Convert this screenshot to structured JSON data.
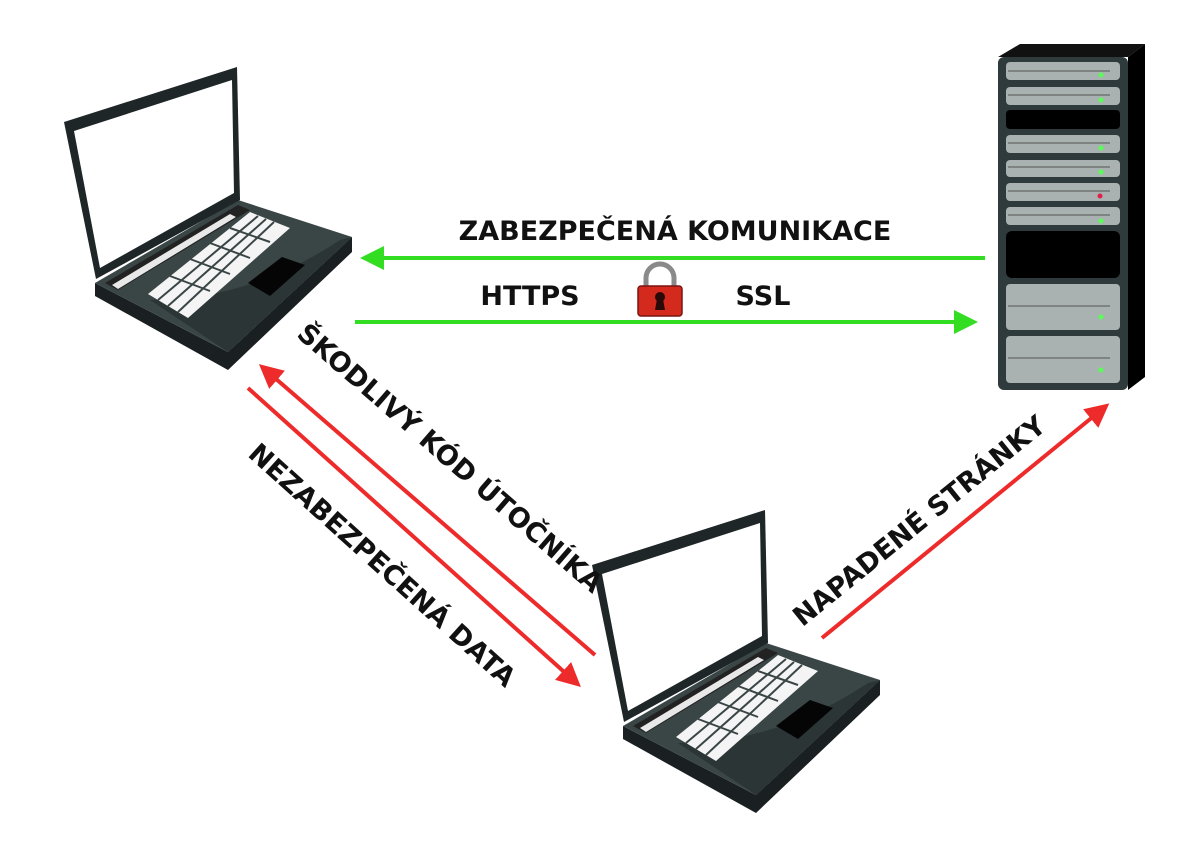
{
  "labels": {
    "secure_communication": "ZABEZPEČENÁ KOMUNIKACE",
    "https": "HTTPS",
    "ssl": "SSL",
    "malicious_code": "ŠKODLIVÝ KÓD ÚTOČNÍKA",
    "unsecured_data": "NEZABEZPEČENÁ DATA",
    "compromised_pages": "NAPADENÉ STRÁNKY"
  },
  "nodes": [
    {
      "id": "user-laptop",
      "icon": "laptop-icon"
    },
    {
      "id": "server",
      "icon": "server-rack-icon"
    },
    {
      "id": "attacker-laptop",
      "icon": "laptop-icon"
    }
  ],
  "colors": {
    "secure_arrow": "#33dd22",
    "insecure_arrow": "#ee2b2b",
    "lock_body": "#d42a1e",
    "laptop_body": "#3a4546",
    "server_body": "#2e3a3b",
    "server_slot": "#a9b2b1"
  }
}
